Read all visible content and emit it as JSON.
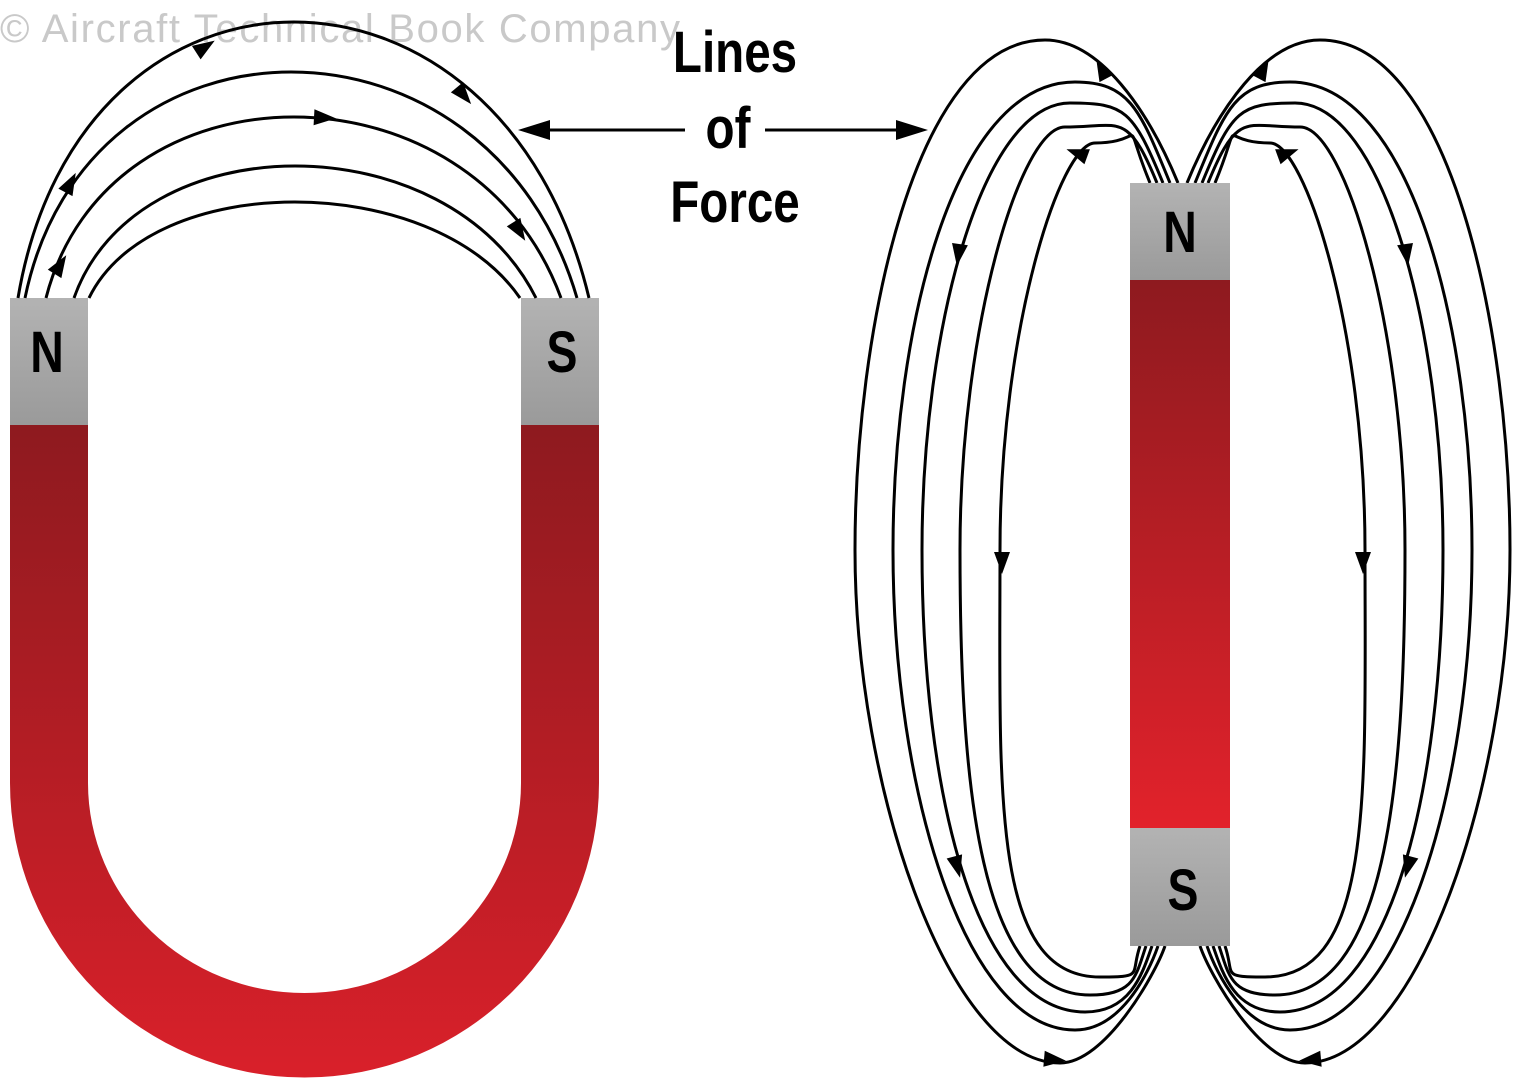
{
  "watermark": "© Aircraft Technical Book Company",
  "label": {
    "line1": "Lines",
    "line2": "of",
    "line3": "Force"
  },
  "horseshoe_magnet": {
    "north_label": "N",
    "south_label": "S"
  },
  "bar_magnet": {
    "north_label": "N",
    "south_label": "S"
  },
  "colors": {
    "red_top": "#8e1a1f",
    "red_bottom": "#d9202a",
    "pole_gray": "#a6a6a6"
  }
}
